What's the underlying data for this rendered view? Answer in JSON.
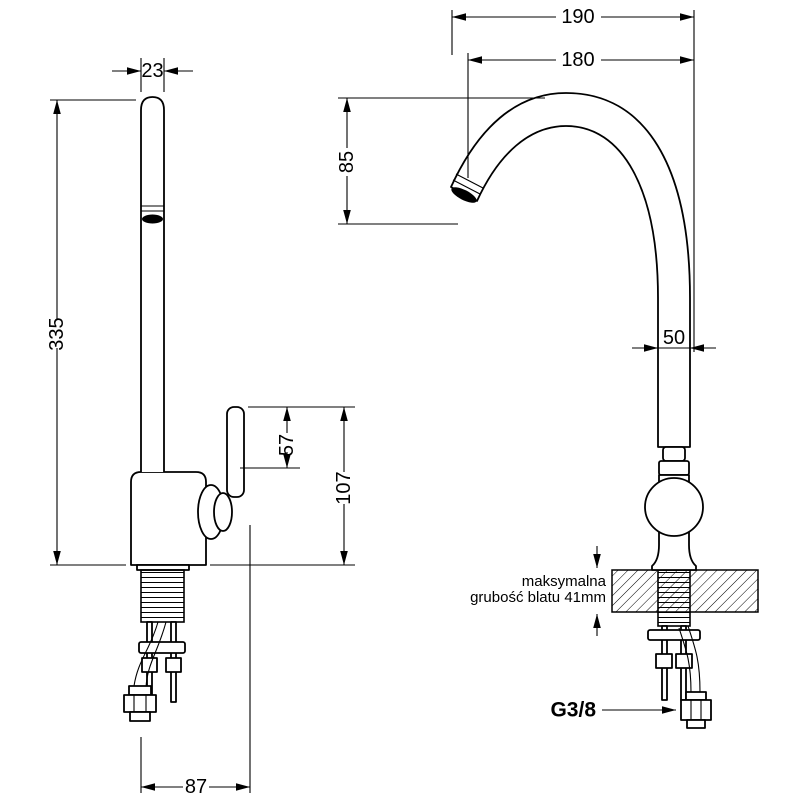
{
  "drawing": {
    "left_view": {
      "dim_spout_width": "23",
      "dim_total_height": "335",
      "dim_handle_offset": "57",
      "dim_body_height": "107",
      "dim_base_reach": "87"
    },
    "right_view": {
      "dim_width_outer": "190",
      "dim_width_inner": "180",
      "dim_spout_drop": "85",
      "dim_column_width": "50",
      "note_line1": "maksymalna",
      "note_line2": "grubość blatu 41mm",
      "thread_label": "G3/8"
    }
  }
}
